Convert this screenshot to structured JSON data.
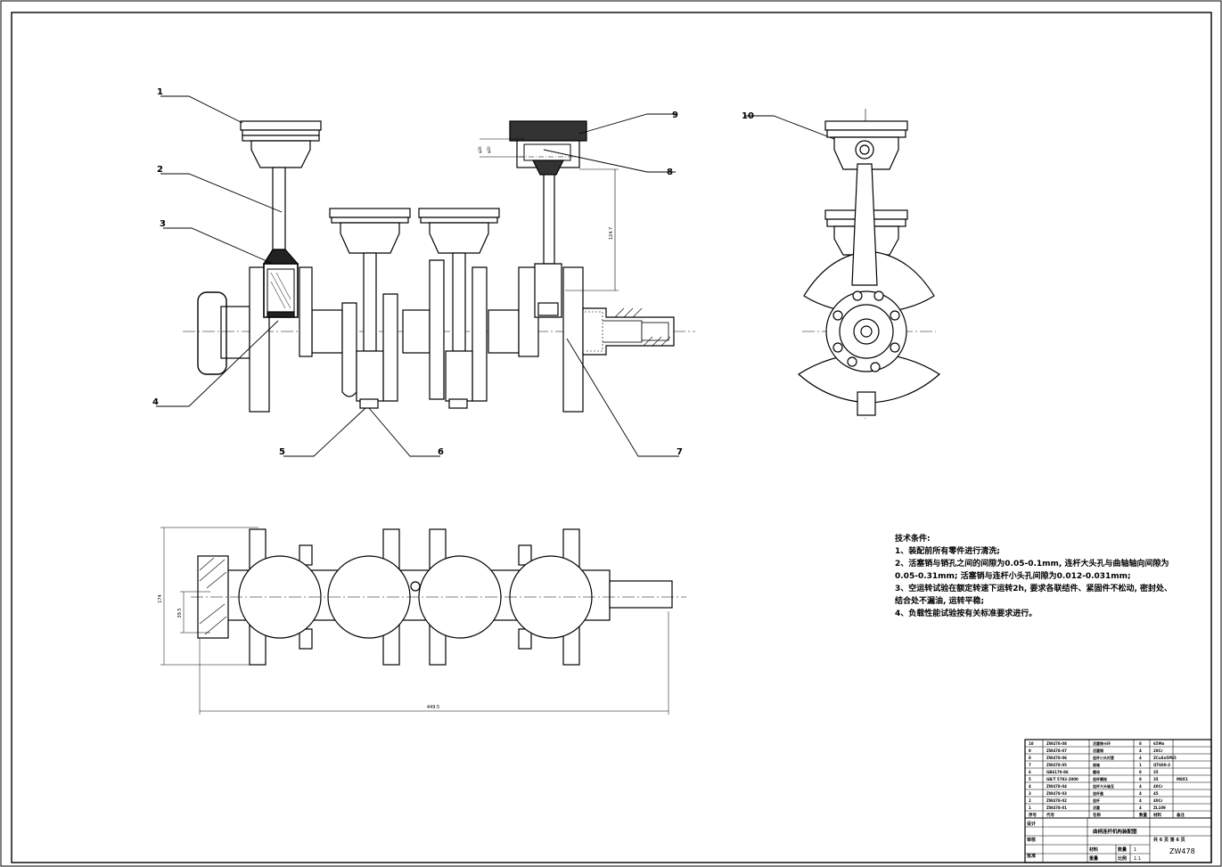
{
  "callouts": [
    "1",
    "2",
    "3",
    "4",
    "5",
    "6",
    "7",
    "8",
    "9",
    "10"
  ],
  "dimensions": {
    "vertical_gap": "124.7",
    "height_left": "174",
    "height_small": "39.5",
    "overall_length": "449.5",
    "pin_small_1": "φ26",
    "pin_small_2": "φ20"
  },
  "tech_requirements": {
    "title": "技术条件:",
    "lines": [
      "1、装配前所有零件进行清洗;",
      "2、活塞销与销孔之间的间隙为0.05-0.1mm, 连杆大头孔与曲轴轴向间隙为",
      "0.05-0.31mm; 活塞销与连杆小头孔间隙为0.012-0.031mm;",
      "3、空运转试验在额定转速下运转2h, 要求各联结件、紧固件不松动, 密封处、",
      "结合处不漏油, 运转平稳;",
      "4、负载性能试验按有关标准要求进行。"
    ]
  },
  "bom": {
    "rows": [
      {
        "no": "10",
        "code": "ZW478-08",
        "name": "活塞销卡环",
        "qty": "8",
        "material": "65Mn",
        "note": ""
      },
      {
        "no": "9",
        "code": "ZW478-07",
        "name": "活塞销",
        "qty": "4",
        "material": "20Cr",
        "note": ""
      },
      {
        "no": "8",
        "code": "ZW478-06",
        "name": "连杆小头衬套",
        "qty": "4",
        "material": "ZCuSn5Pb5",
        "note": ""
      },
      {
        "no": "7",
        "code": "ZW478-05",
        "name": "曲轴",
        "qty": "1",
        "material": "QT600-3",
        "note": ""
      },
      {
        "no": "6",
        "code": "GB6170-86",
        "name": "螺母",
        "qty": "8",
        "material": "35",
        "note": ""
      },
      {
        "no": "5",
        "code": "GB/T 5782-2000",
        "name": "连杆螺栓",
        "qty": "8",
        "material": "35",
        "note": "M8X1"
      },
      {
        "no": "4",
        "code": "ZW478-04",
        "name": "连杆大头轴瓦",
        "qty": "4",
        "material": "40Cr",
        "note": ""
      },
      {
        "no": "3",
        "code": "ZW478-03",
        "name": "连杆盖",
        "qty": "4",
        "material": "45",
        "note": ""
      },
      {
        "no": "2",
        "code": "ZW478-02",
        "name": "连杆",
        "qty": "4",
        "material": "40Cr",
        "note": ""
      },
      {
        "no": "1",
        "code": "ZW478-01",
        "name": "活塞",
        "qty": "4",
        "material": "ZL109",
        "note": ""
      }
    ],
    "header": [
      "序号",
      "代号",
      "名称",
      "数量",
      "材料",
      "备注"
    ]
  },
  "title_block": {
    "drawing_title": "曲柄连杆机构装配图",
    "drawing_code": "ZW478",
    "sheet_info": "共 6 页  第 6 页",
    "design": "设计",
    "check": "审核",
    "approve": "批准",
    "material_label": "材料",
    "qty_label": "数量",
    "qty_value": "1",
    "weight_label": "重量",
    "scale_label": "比例",
    "scale_value": "1:1"
  }
}
